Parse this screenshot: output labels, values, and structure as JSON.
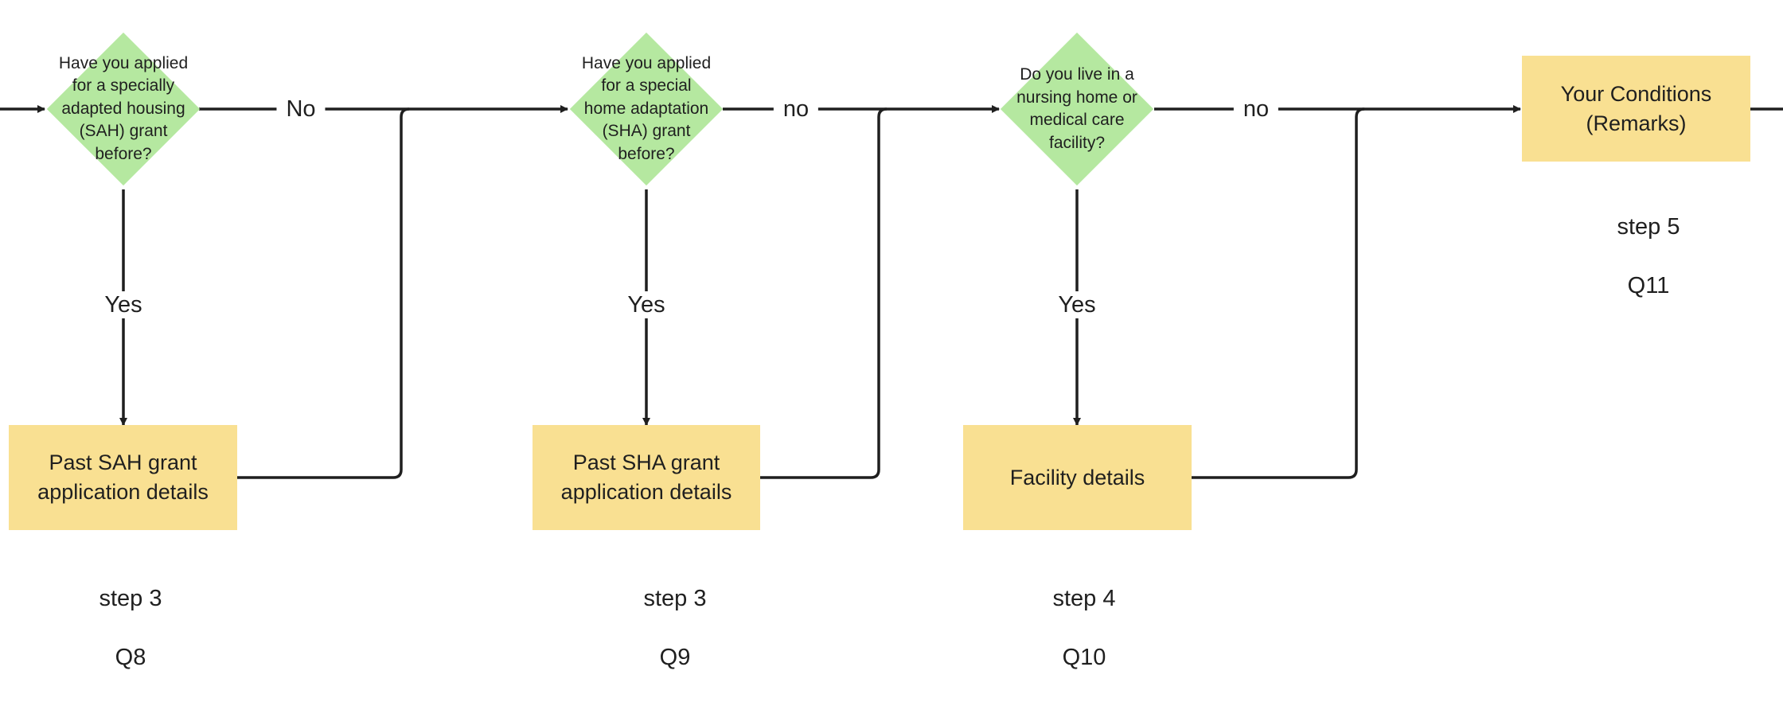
{
  "colors": {
    "decision_fill": "#b5e8a0",
    "process_fill": "#f9e092",
    "connector": "#1f1f1f",
    "text": "#1f1f1f"
  },
  "decisions": [
    {
      "text": "Have you applied\nfor a specially\nadapted housing\n(SAH) grant\nbefore?"
    },
    {
      "text": "Have you applied\nfor a special\nhome adaptation\n(SHA) grant\nbefore?"
    },
    {
      "text": "Do you live in a\nnursing home or\nmedical care\nfacility?"
    }
  ],
  "boxes": [
    {
      "text": "Past SAH grant\napplication details"
    },
    {
      "text": "Past SHA grant\napplication details"
    },
    {
      "text": "Facility details"
    },
    {
      "text": "Your Conditions\n(Remarks)"
    }
  ],
  "steps": [
    {
      "step": "step 3",
      "question": "Q8"
    },
    {
      "step": "step 3",
      "question": "Q9"
    },
    {
      "step": "step 4",
      "question": "Q10"
    },
    {
      "step": "step 5",
      "question": "Q11"
    }
  ],
  "edge_labels": {
    "no_1": "No",
    "no_2": "no",
    "no_3": "no",
    "yes_1": "Yes",
    "yes_2": "Yes",
    "yes_3": "Yes"
  }
}
